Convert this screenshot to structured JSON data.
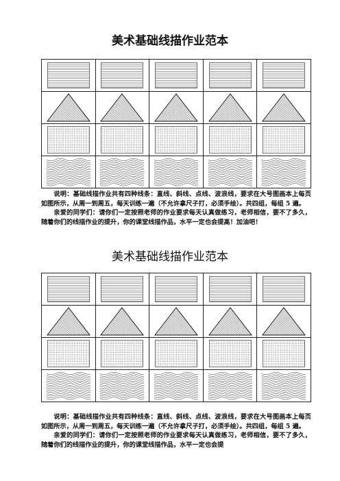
{
  "pages": [
    {
      "title": "美术基础线描作业范本",
      "rows": [
        "straight-lines",
        "triangle-slanted-lines",
        "dots",
        "wavy-lines"
      ],
      "note1": "说明：基础线描作业共有四种线条：直线、斜线、点线、波浪线，要求在大号图画本上每页如图所示，从周一到周五，每天训练一遍（不允许拿尺子打，必须手绘）。共四组，每组 5 遍。",
      "note2": "亲爱的同学们：请你们一定按照老师的作业要求每天认真做练习，老师相信，要不了多久，随着你们的线描作业的提升，你的课堂线描作品，水平一定也会提高！加油吧！"
    },
    {
      "title": "美术基础线描作业范本",
      "rows": [
        "straight-lines",
        "triangle-slanted-lines",
        "dots",
        "wavy-lines"
      ],
      "note1": "说明：基础线描作业共有四种线条：直线、斜线、点线、波浪线，要求在大号图画本上每页如图所示，从周一到周五，每天训练一遍（不允许拿尺子打，必须手绘）。共四组，每组 5 遍。",
      "note2": "亲爱的同学们：请你们一定按照老师的作业要求每天认真做练习，老师相信，要不了多久，随着你们的线描作业的提升，你的课堂线描作品，水平一定也会提"
    }
  ]
}
